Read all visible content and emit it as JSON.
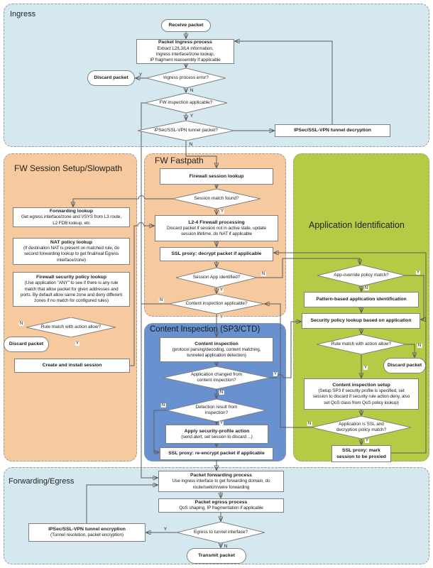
{
  "colors": {
    "ingress_bg": "#d5e8f0",
    "slowpath_bg": "#f6c99f",
    "fastpath_bg": "#f6c99f",
    "content_bg": "#6991d0",
    "appid_bg": "#b4cb45",
    "egress_bg": "#d5e8f0",
    "node_fill": "#ffffff",
    "node_border": "#7f7f7f",
    "line": "#5b5b5b"
  },
  "sections": {
    "ingress": {
      "title": "Ingress"
    },
    "slowpath": {
      "title": "FW Session Setup/Slowpath"
    },
    "fastpath": {
      "title": "FW Fastpath"
    },
    "content": {
      "title": "Content Inspection (SP3/CTD)"
    },
    "appid": {
      "title": "Application Identification"
    },
    "egress": {
      "title": "Forwarding/Egress"
    }
  },
  "nodes": {
    "receive_packet": {
      "title": "Receive packet"
    },
    "packet_ingress": {
      "title": "Packet Ingress process",
      "body": "Extract L2/L3/L4 information,\nIngress interface/zone lookup,\nIP fragment reassembly if applicable"
    },
    "ingress_error": {
      "title": "Ingress process error?"
    },
    "discard_ingress": {
      "title": "Discard packet"
    },
    "fw_inspection": {
      "title": "FW inspection applicable?"
    },
    "tunnel_packet": {
      "title": "IPSec/SSL-VPN tunnel packet?"
    },
    "tunnel_decryption": {
      "title": "IPSec/SSL-VPN tunnel decryption"
    },
    "session_lookup": {
      "title": "Firewall session lookup"
    },
    "session_match": {
      "title": "Session match found?"
    },
    "l24_processing": {
      "title": "L2-4 Firewall processing",
      "body": "Discard packet if session not in active state, update\nsession lifetime, do NAT if applicable"
    },
    "ssl_decrypt": {
      "title": "SSL proxy: decrypt packet if applicable"
    },
    "session_app": {
      "title": "Session App identified?"
    },
    "content_applicable": {
      "title": "Content inspection applicable?"
    },
    "forwarding_lookup": {
      "title": "Forwarding lookup",
      "body": "Get egress interface/zone and VSYS from L3 route,\nL2 FDB lookup, etc"
    },
    "nat_lookup": {
      "title": "NAT policy lookup",
      "body": "(If destination NAT is present on matched rule, do\nsecond forwarding lookup to get final/real Egress\ninterface/zone)"
    },
    "fw_policy_lookup": {
      "title": "Firewall security policy lookup",
      "body": "(Use application \"ANY\" to see if there is any rule\nmatch that allow packet for given addresses and\nports. By default allow same zone and deny different\nzones if no match for configured rules)"
    },
    "rule_match_slow": {
      "title": "Rule match with action allow?"
    },
    "discard_slow": {
      "title": "Discard packet"
    },
    "create_session": {
      "title": "Create and install session"
    },
    "appoverride": {
      "title": "App-override policy match?"
    },
    "pattern_id": {
      "title": "Pattern-based application identification"
    },
    "secpolicy_app": {
      "title": "Security policy lookup based on application"
    },
    "rule_match_app": {
      "title": "Rule match with action allow?"
    },
    "discard_app": {
      "title": "Discard packet"
    },
    "ci_setup": {
      "title": "Content inspection setup",
      "body": "(Setup SP3 if security profile is specified, set\nsession to discard if security rule action deny, also\nset QoS class from QoS policy lookup)"
    },
    "app_ssl": {
      "title": "Application is SSL and\ndecryption policy match?"
    },
    "ssl_mark": {
      "title": "SSL proxy: mark\nsession to be proxied"
    },
    "content_inspection": {
      "title": "Content inspection",
      "body": "(protocol parsing/decoding, content matching,\ntunneled application detection)"
    },
    "app_changed": {
      "title": "Application changed from\ncontent inspection?"
    },
    "detection_result": {
      "title": "Detection result from\ninspection?"
    },
    "apply_profile": {
      "title": "Apply security-profile action",
      "body": "(send alert, set session to discard ...)"
    },
    "ssl_reencrypt": {
      "title": "SSL proxy: re-encrypt packet if applicable"
    },
    "packet_forwarding": {
      "title": "Packet forwarding process",
      "body": "Use ingress interface to get forwarding domain, do\nroute/switch/vwire forwarding"
    },
    "packet_egress": {
      "title": "Packet egress process",
      "body": "QoS shaping, IP fragmentation if applicable"
    },
    "egress_tunnel": {
      "title": "Egress to tunnel interface?"
    },
    "tunnel_encryption": {
      "title": "IPSec/SSL-VPN tunnel encryption",
      "body": "(Tunnel resolution, packet encryption)"
    },
    "transmit_packet": {
      "title": "Transmit packet"
    }
  },
  "edge_labels": {
    "y": "Y",
    "n": "N"
  }
}
